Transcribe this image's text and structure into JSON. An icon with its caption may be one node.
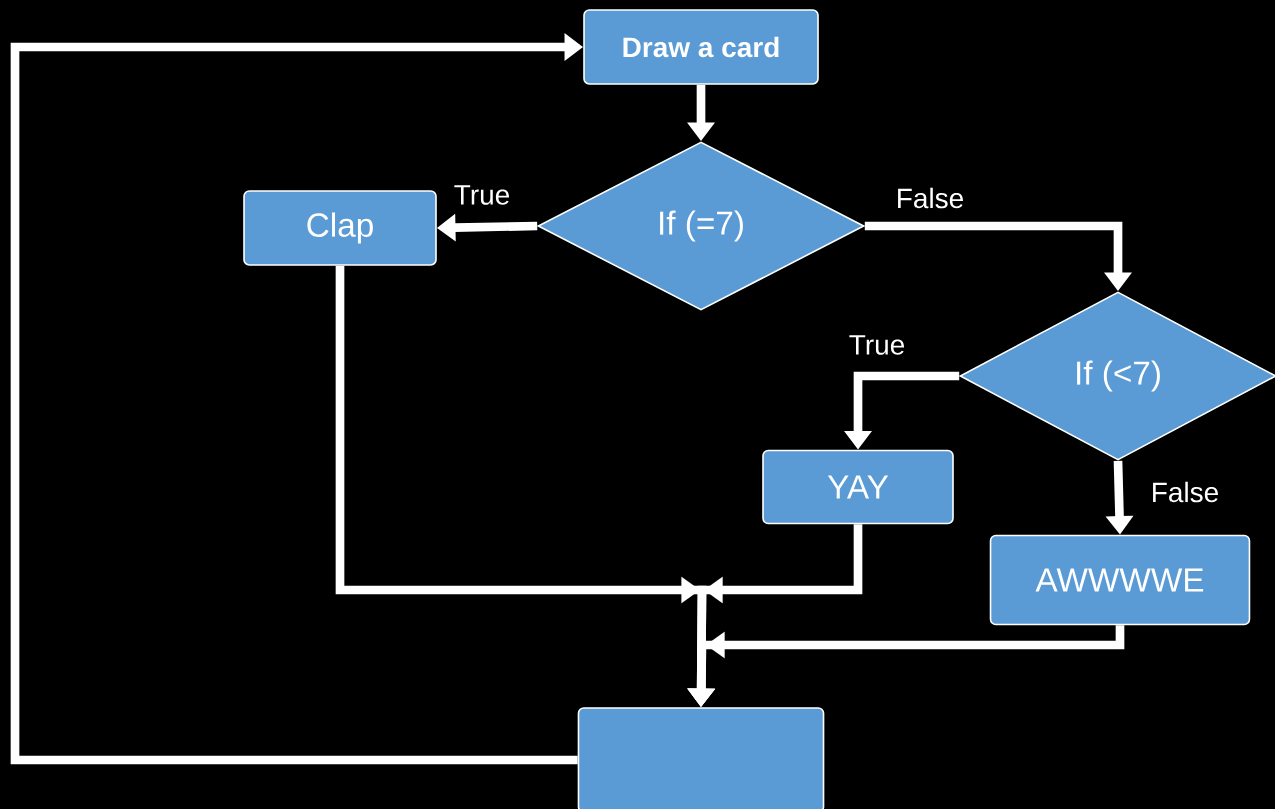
{
  "diagram": {
    "nodes": [
      {
        "text": [
          "Draw a card"
        ]
      },
      {
        "text": [
          "If (=7)"
        ]
      },
      {
        "text": [
          "Clap"
        ]
      },
      {
        "text": [
          "If (<7)"
        ]
      },
      {
        "text": [
          "YAY"
        ]
      },
      {
        "text": [
          "AWWWWE"
        ]
      },
      {
        "text": [],
        "shape": "box"
      }
    ],
    "edges": [
      {
        "from": 0,
        "to": 1,
        "arrow": "to"
      },
      {
        "from": 1,
        "to": 2,
        "arrow": "to",
        "label": "True"
      },
      {
        "from": 1,
        "to": 3,
        "arrow": "to",
        "label": "False"
      },
      {
        "from": 3,
        "to": 4,
        "arrow": "to",
        "label": "True"
      },
      {
        "from": 3,
        "to": 5,
        "arrow": "to",
        "label": "False"
      },
      {
        "from": 2,
        "to": 6,
        "arrow": "to"
      },
      {
        "from": 4,
        "to": 6,
        "arrow": "to"
      },
      {
        "from": 5,
        "to": 6,
        "arrow": "to"
      },
      {
        "from": 6,
        "to": 0,
        "arrow": "to"
      }
    ]
  }
}
